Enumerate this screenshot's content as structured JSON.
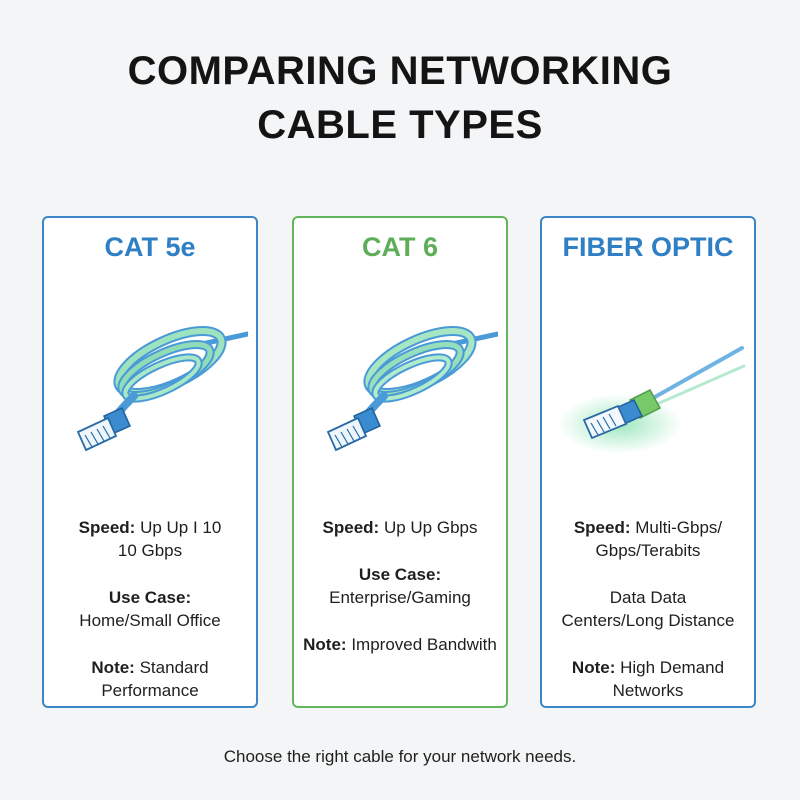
{
  "title": {
    "line1": "COMPARING NETWORKING",
    "line2": "CABLE TYPES"
  },
  "colors": {
    "blue": "#3a86c8",
    "green": "#62b55c",
    "cable_blue": "#4a9ad8",
    "cable_green": "#7fd7a6"
  },
  "cards": [
    {
      "title": "CAT 5e",
      "icon": "ethernet-cable-coil-icon",
      "color": "#2f7fc4",
      "speed_label": "Speed:",
      "speed_line1": "Up Up I 10",
      "speed_line2": "10 Gbps",
      "use_label": "Use Case:",
      "use_value": "Home/Small Office",
      "note_label": "Note:",
      "note_line1": "Standard",
      "note_line2": "Performance"
    },
    {
      "title": "CAT 6",
      "icon": "ethernet-cable-coil-icon",
      "color": "#5eae58",
      "speed_label": "Speed:",
      "speed_line1": "Up Up Gbps",
      "use_label": "Use Case:",
      "use_value": "Enterprise/Gaming",
      "note_label": "Note:",
      "note_line1": "Improved Bandwith"
    },
    {
      "title": "FIBER OPTIC",
      "icon": "fiber-optic-connector-icon",
      "color": "#2f7fc4",
      "speed_label": "Speed:",
      "speed_line1": "Multi-Gbps/",
      "speed_line2": "Gbps/Terabits",
      "use_line1": "Data Data",
      "use_line2": "Centers/Long Distance",
      "note_label": "Note:",
      "note_line1": "High Demand",
      "note_line2": "Networks"
    }
  ],
  "footer": "Choose the right cable for your network needs."
}
